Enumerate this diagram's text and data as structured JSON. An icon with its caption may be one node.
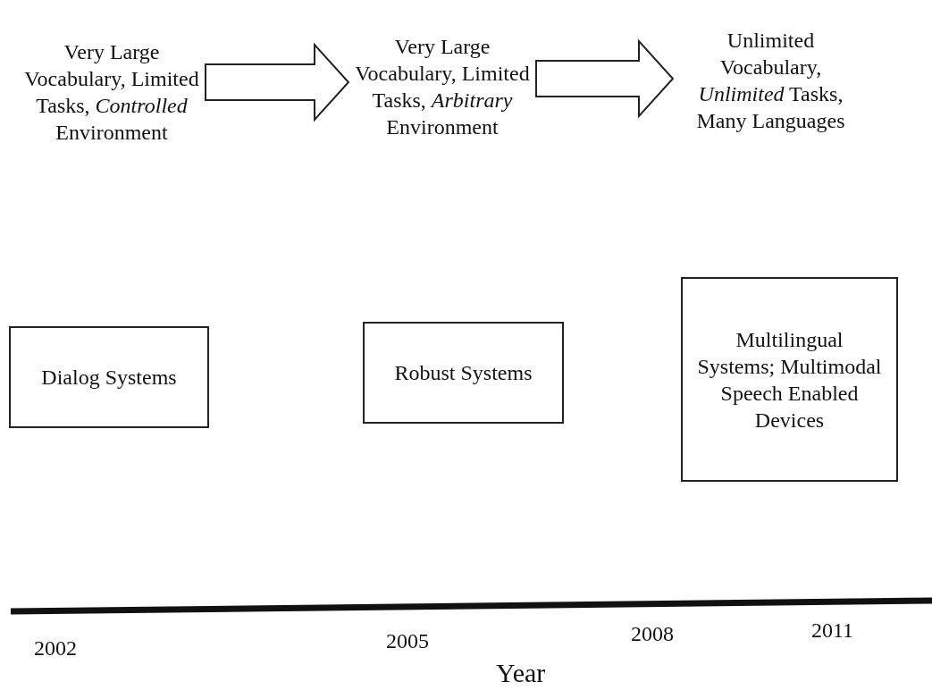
{
  "diagram": {
    "nodes": [
      {
        "text": [
          "Very Large Vocabulary, Limited Tasks, *Controlled* Environment"
        ]
      },
      {
        "text": [
          "Very Large Vocabulary, Limited Tasks, *Arbitrary* Environment"
        ]
      },
      {
        "text": [
          "Unlimited Vocabulary, *Unlimited* Tasks, Many Languages"
        ]
      },
      {
        "text": [
          "Dialog Systems"
        ]
      },
      {
        "text": [
          "Robust Systems"
        ]
      },
      {
        "text": [
          "Multilingual Systems; Multimodal Speech Enabled Devices"
        ]
      }
    ],
    "edges": [
      {
        "from": 0,
        "to": 1,
        "arrow": "to"
      },
      {
        "from": 1,
        "to": 2,
        "arrow": "to"
      }
    ],
    "labels": [
      "2002",
      "2005",
      "2008",
      "2011",
      "Year"
    ]
  }
}
